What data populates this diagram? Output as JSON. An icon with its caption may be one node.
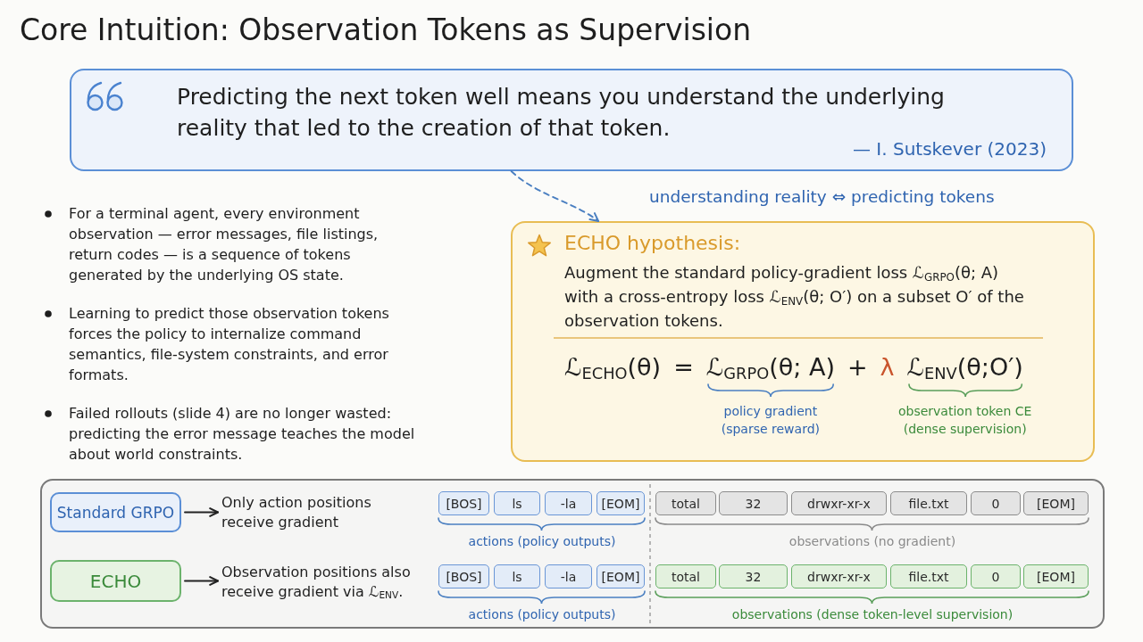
{
  "diagram": {
    "title": "Core Intuition: Observation Tokens as Supervision",
    "nodes": [
      {
        "text": [
          "Predicting the next token well means you understand the underlying reality that led to the creation of that token.",
          "— I. Sutskever (2023)"
        ]
      },
      {
        "text": [
          "ECHO hypothesis:",
          "Augment the standard policy-gradient loss ℒ$_{GRPO}$(θ; A) with a cross-entropy loss ℒ$_{ENV}$(θ; O′) on a subset O′ of the observation tokens.",
          "ℒ$_{ECHO}$(θ)",
          "=",
          "ℒ$_{GRPO}$(θ; A)",
          "+",
          "λ",
          "ℒ$_{ENV}$(θ;O′)",
          "policy gradient (sparse reward)",
          "observation token CE (dense supervision)"
        ]
      },
      {
        "text": [],
        "shape": "box"
      },
      {
        "text": [
          "Standard GRPO"
        ],
        "in": 2
      },
      {
        "text": [
          "Only action positions receive gradient"
        ],
        "in": 2
      },
      {
        "text": [
          "[BOS]"
        ],
        "in": 2
      },
      {
        "text": [
          "ls"
        ],
        "in": 2
      },
      {
        "text": [
          "-la"
        ],
        "in": 2
      },
      {
        "text": [
          "[EOM]"
        ],
        "in": 2
      },
      {
        "text": [
          "total"
        ],
        "in": 2
      },
      {
        "text": [
          "32"
        ],
        "in": 2
      },
      {
        "text": [
          "drwxr-xr-x"
        ],
        "in": 2
      },
      {
        "text": [
          "file.txt"
        ],
        "in": 2
      },
      {
        "text": [
          "0"
        ],
        "in": 2
      },
      {
        "text": [
          "[EOM]"
        ],
        "in": 2
      },
      {
        "text": [
          "ECHO"
        ],
        "in": 2
      },
      {
        "text": [
          "Observation positions also receive gradient via ℒ$_{ENV}$."
        ],
        "in": 2
      },
      {
        "text": [
          "[BOS]"
        ],
        "in": 2
      },
      {
        "text": [
          "ls"
        ],
        "in": 2
      },
      {
        "text": [
          "-la"
        ],
        "in": 2
      },
      {
        "text": [
          "[EOM]"
        ],
        "in": 2
      },
      {
        "text": [
          "total"
        ],
        "in": 2
      },
      {
        "text": [
          "32"
        ],
        "in": 2
      },
      {
        "text": [
          "drwxr-xr-x"
        ],
        "in": 2
      },
      {
        "text": [
          "file.txt"
        ],
        "in": 2
      },
      {
        "text": [
          "0"
        ],
        "in": 2
      },
      {
        "text": [
          "[EOM]"
        ],
        "in": 2
      }
    ],
    "edges": [
      {
        "from": 0,
        "to": 1,
        "arrow": "to",
        "style": "dashed",
        "color": "#4a7fc1"
      },
      {
        "from": 3,
        "to": 4,
        "arrow": "to"
      },
      {
        "from": 15,
        "to": 16,
        "arrow": "to"
      }
    ],
    "labels": [
      "understanding reality ⇔ predicting tokens",
      "For a terminal agent, every environment observation — error messages, file listings, return codes — is a sequence of tokens generated by the underlying OS state.",
      "Learning to predict those observation tokens forces the policy to internalize command semantics, file-system constraints, and error formats.",
      "Failed rollouts (slide 4) are no longer wasted: predicting the error message teaches the model about world constraints.",
      "actions (policy outputs)",
      "observations (no gradient)",
      "actions (policy outputs)",
      "observations (dense token-level supervision)"
    ]
  }
}
